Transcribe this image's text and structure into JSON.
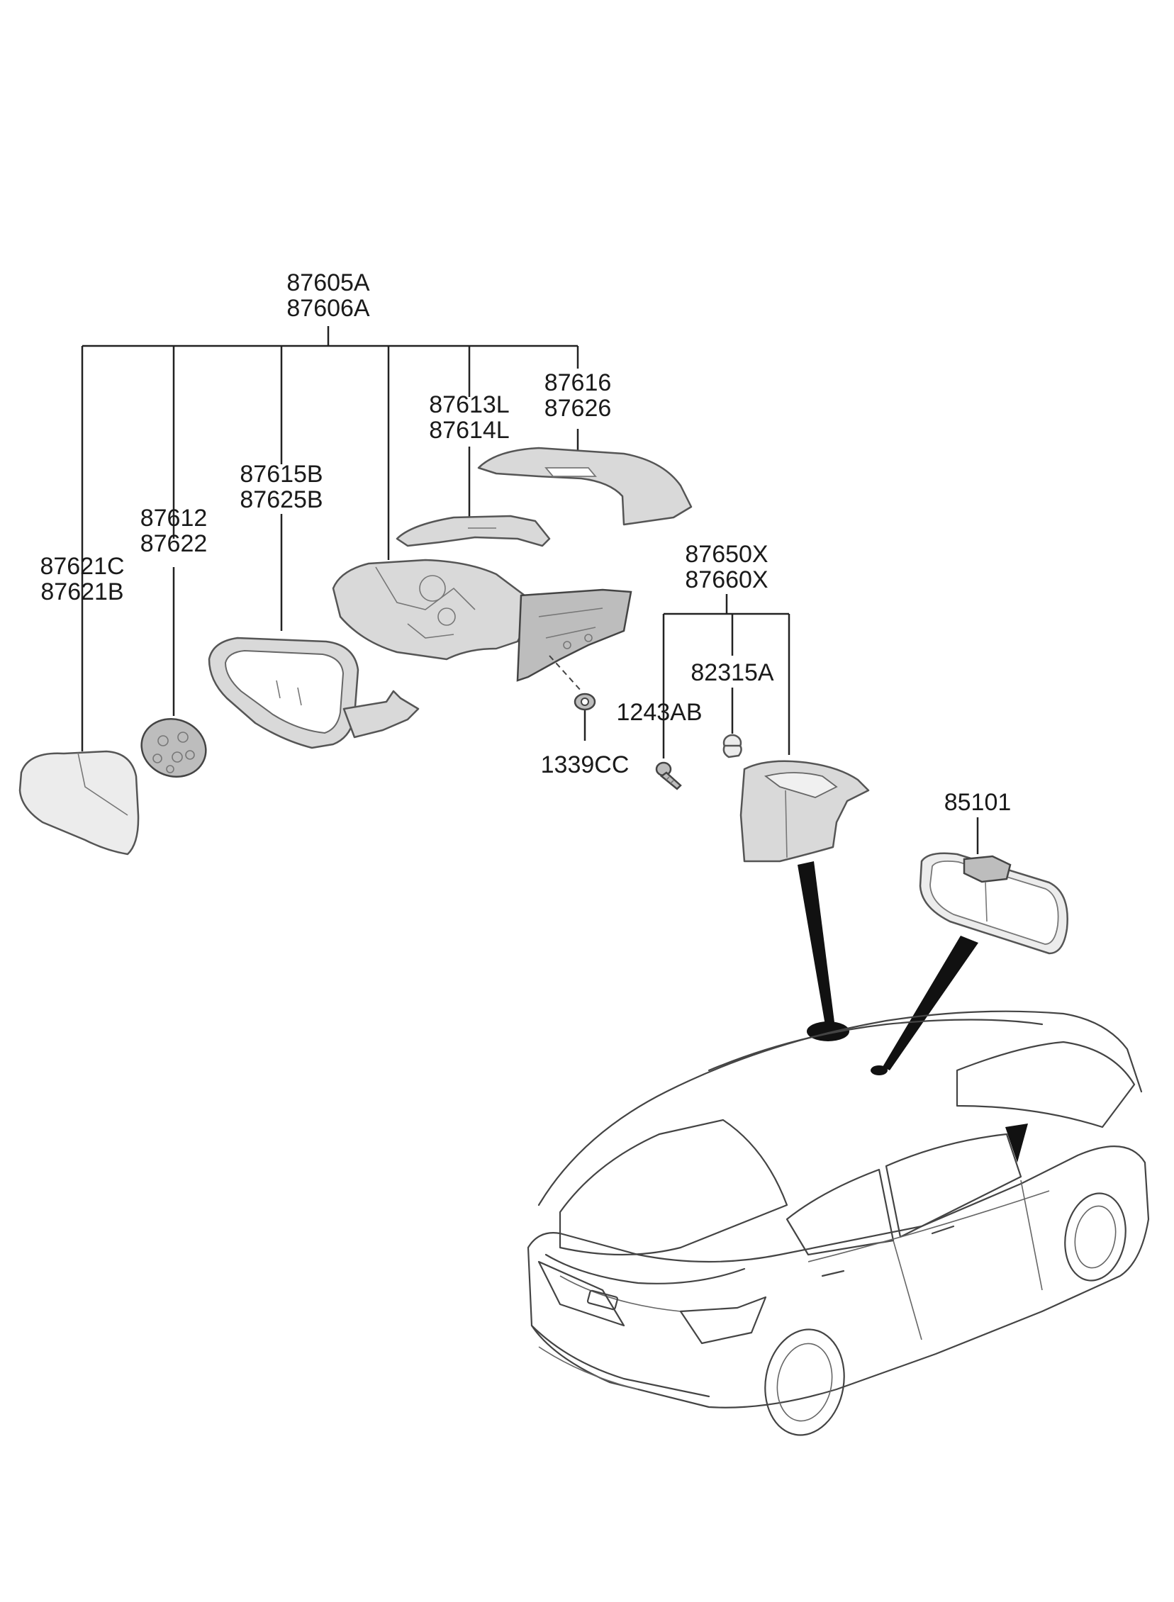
{
  "labels": {
    "mirror_assembly_a": "87605A",
    "mirror_assembly_b": "87606A",
    "cover_a": "87616",
    "cover_b": "87626",
    "garnish_a": "87613L",
    "garnish_b": "87614L",
    "housing_a": "87615B",
    "housing_b": "87625B",
    "actuator_a": "87612",
    "actuator_b": "87622",
    "glass_a": "87621C",
    "glass_b": "87621B",
    "base_a": "87650X",
    "base_b": "87660X",
    "clip": "82315A",
    "screw": "1243AB",
    "nut": "1339CC",
    "inside_mirror": "85101"
  }
}
